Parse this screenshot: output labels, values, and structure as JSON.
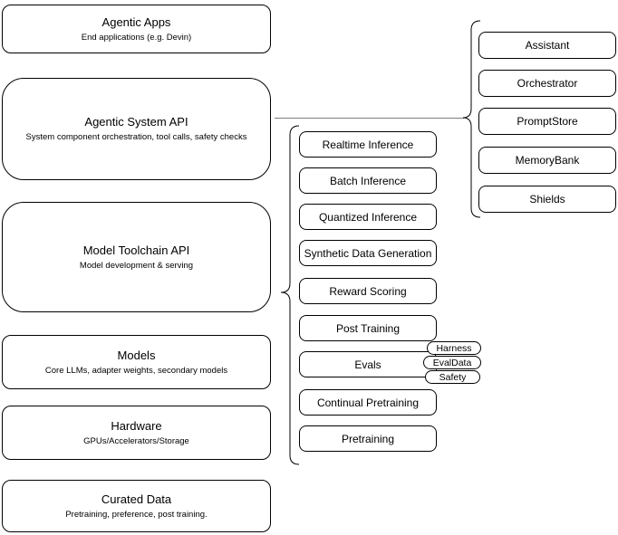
{
  "diagram": {
    "left_stack": [
      {
        "title": "Agentic Apps",
        "subtitle": "End applications (e.g. Devin)"
      },
      {
        "title": "Agentic System API",
        "subtitle": "System component orchestration, tool calls, safety checks"
      },
      {
        "title": "Model Toolchain API",
        "subtitle": "Model development & serving"
      },
      {
        "title": "Models",
        "subtitle": "Core LLMs, adapter weights, secondary models"
      },
      {
        "title": "Hardware",
        "subtitle": "GPUs/Accelerators/Storage"
      },
      {
        "title": "Curated Data",
        "subtitle": "Pretraining, preference, post training."
      }
    ],
    "toolchain_items": [
      {
        "label": "Realtime Inference"
      },
      {
        "label": "Batch Inference"
      },
      {
        "label": "Quantized Inference"
      },
      {
        "label": "Synthetic Data Generation"
      },
      {
        "label": "Reward Scoring"
      },
      {
        "label": "Post Training"
      },
      {
        "label": "Evals"
      },
      {
        "label": "Continual Pretraining"
      },
      {
        "label": "Pretraining"
      }
    ],
    "eval_tags": [
      {
        "label": "Harness"
      },
      {
        "label": "EvalData"
      },
      {
        "label": "Safety"
      }
    ],
    "system_components": [
      {
        "label": "Assistant"
      },
      {
        "label": "Orchestrator"
      },
      {
        "label": "PromptStore"
      },
      {
        "label": "MemoryBank"
      },
      {
        "label": "Shields"
      }
    ],
    "colors": {
      "stroke": "#000000",
      "canvas_background": "#ffffff",
      "connector_line": "#7f7f7f"
    }
  }
}
